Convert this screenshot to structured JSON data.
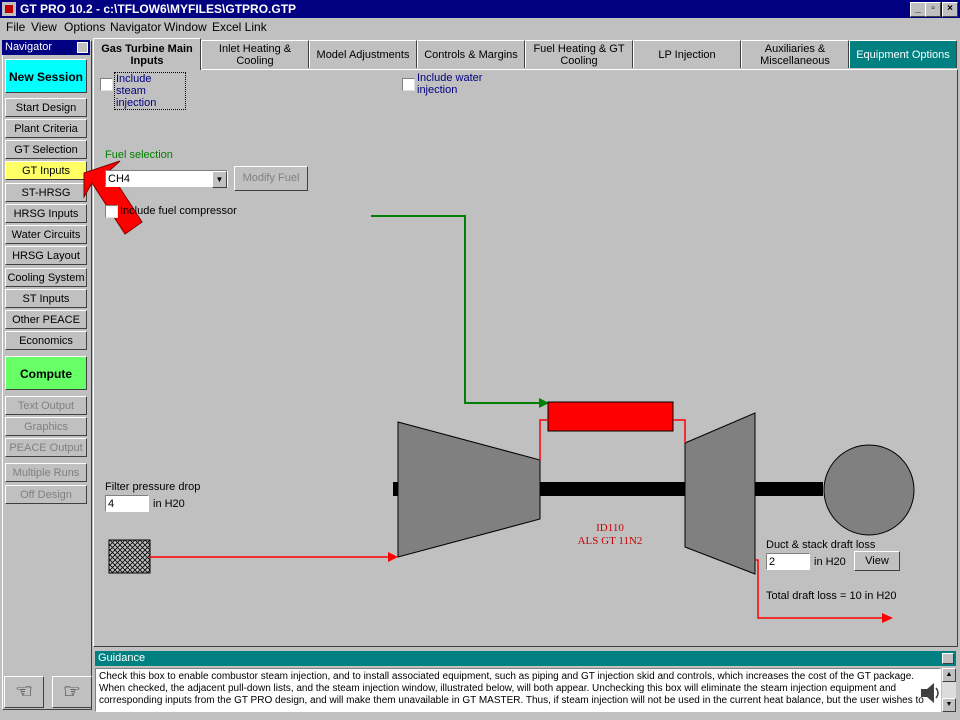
{
  "window": {
    "title": "GT PRO 10.2 - c:\\TFLOW6\\MYFILES\\GTPRO.GTP",
    "min_label": "_",
    "max_label": "▫",
    "close_label": "×"
  },
  "menu": [
    "File",
    "View",
    "Options",
    "Navigator",
    "Window",
    "Excel Link"
  ],
  "navigator": {
    "title": "Navigator",
    "new_session": "New Session",
    "items": [
      "Start Design",
      "Plant Criteria",
      "GT Selection",
      "GT Inputs",
      "ST-HRSG",
      "HRSG Inputs",
      "Water Circuits",
      "HRSG Layout",
      "Cooling System",
      "ST Inputs",
      "Other PEACE",
      "Economics"
    ],
    "compute": "Compute",
    "outputs": [
      "Text Output",
      "Graphics Output",
      "PEACE Output"
    ],
    "extra": [
      "Multiple Runs",
      "Off Design"
    ]
  },
  "tabs": [
    "Gas Turbine Main Inputs",
    "Inlet Heating & Cooling",
    "Model Adjustments",
    "Controls & Margins",
    "Fuel Heating & GT Cooling",
    "LP Injection",
    "Auxiliaries & Miscellaneous",
    "Equipment Options"
  ],
  "main": {
    "steam_injection": "Include steam injection",
    "water_injection": "Include water injection",
    "fuel_selection_label": "Fuel selection",
    "fuel_value": "CH4",
    "modify_fuel": "Modify Fuel",
    "fuel_compressor": "Include fuel compressor",
    "filter_label": "Filter pressure drop",
    "filter_value": "4",
    "filter_unit": "in H20",
    "gt_id": "ID110",
    "gt_model": "ALS GT 11N2",
    "duct_label": "Duct & stack draft loss",
    "duct_value": "2",
    "duct_unit": "in H20",
    "view_btn": "View",
    "total_draft": "Total draft loss = 10 in H20"
  },
  "guidance": {
    "title": "Guidance",
    "text": "Check this box to enable combustor steam injection, and to install associated equipment, such as piping and GT injection skid and controls, which increases the cost of the GT package. When checked, the adjacent pull-down lists, and the steam injection window, illustrated below, will both appear. Unchecking this box will eliminate the steam injection equipment and corresponding inputs from the GT PRO design, and will make them unavailable in GT MASTER. Thus, if steam injection will not be used in the current heat balance, but the user wishes to"
  },
  "colors": {
    "title_bar": "#000080",
    "new_session": "#00ffff",
    "compute": "#66ff66",
    "gt_inputs": "#ffff66",
    "teal": "#008080",
    "fuel_line": "#008000",
    "hot_line": "#ff0000"
  }
}
